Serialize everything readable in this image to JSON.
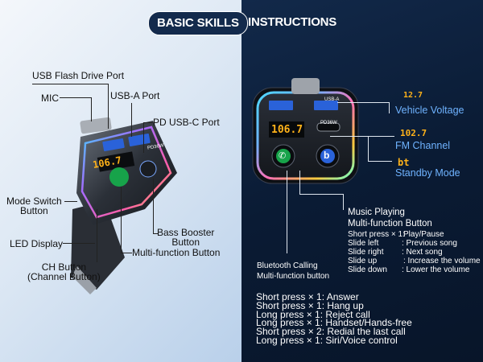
{
  "tabs": {
    "basic": "BASIC SKILLS",
    "instructions": "INSTRUCTIONS"
  },
  "left_labels": {
    "usb_flash": "USB Flash Drive Port",
    "mic": "MIC",
    "usb_a": "USB-A Port",
    "pd_usbc": "PD USB-C Port",
    "mode_switch": "Mode Switch\nButton",
    "led_display": "LED Display",
    "bass_booster": "Bass Booster\nButton",
    "multi_function": "Multi-function Button",
    "ch_button": "CH Button\n(Channel Button)"
  },
  "device": {
    "display_left": "106.7",
    "display_right": "106.7",
    "pd_label": "PD36W",
    "usb_a_label": "USB-A"
  },
  "right_labels": {
    "vehicle_voltage": "Vehicle Voltage",
    "fm_channel": "FM Channel",
    "standby_mode": "Standby Mode",
    "voltage_display": "12.7",
    "fm_display": "102.7",
    "standby_display": "bt"
  },
  "music_playing": {
    "title1": "Music Playing",
    "title2": "Multi-function Button",
    "rows": [
      {
        "action": "Short press × 1:",
        "result": "Play/Pause"
      },
      {
        "action": "Slide left",
        "result": ": Previous song"
      },
      {
        "action": "Slide right",
        "result": ": Next song"
      },
      {
        "action": "Slide up",
        "result": ": Increase the volume"
      },
      {
        "action": "Slide down",
        "result": ": Lower the volume"
      }
    ]
  },
  "bt_calling": {
    "title1": "Bluetooth Calling",
    "title2": "Multi-function button"
  },
  "instructions": [
    "Short press × 1:  Answer",
    "Short press × 1:  Hang up",
    "Long press  × 1:  Reject call",
    "Long press  × 1:  Handset/Hands-free",
    "Short press × 2:  Redial the last call",
    "Long press  × 1:  Siri/Voice control"
  ],
  "colors": {
    "dark_navy": "#0a1b34",
    "accent_blue": "#6fb3ff",
    "display_amber": "#ffb21a",
    "button_green": "#17a34a"
  }
}
